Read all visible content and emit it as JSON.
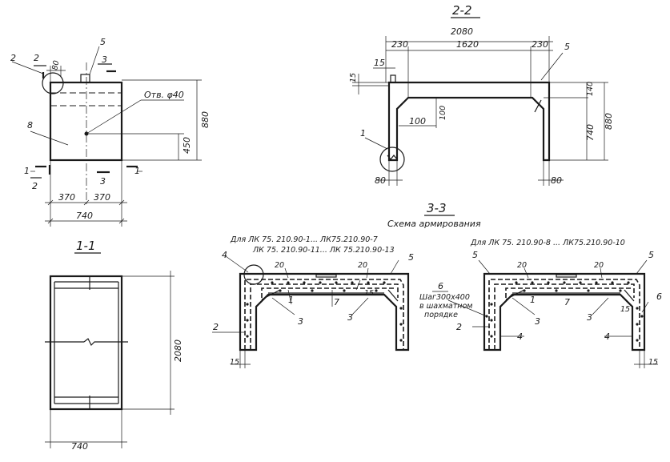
{
  "sections": {
    "s22": "2-2",
    "s11": "1-1",
    "s33": "3-3",
    "scheme": "Схема армирования"
  },
  "front_view": {
    "cut_labels": [
      "1",
      "1",
      "2",
      "2",
      "3",
      "3"
    ],
    "dims": [
      "80",
      "370",
      "370",
      "740",
      "880",
      "450"
    ],
    "hole": "Отв. φ40",
    "callouts": [
      "2",
      "5",
      "8"
    ]
  },
  "view_22": {
    "dims": [
      "2080",
      "230",
      "1620",
      "230",
      "15",
      "15",
      "100",
      "100",
      "140",
      "740",
      "880",
      "80",
      "80"
    ],
    "callouts": [
      "5",
      "1"
    ]
  },
  "view_11": {
    "dims": [
      "2080",
      "740"
    ]
  },
  "view_33": {
    "left_caption_1": "Для ЛК 75. 210.90-1... ЛК75.210.90-7",
    "left_caption_2": "ЛК 75. 210.90-11... ЛК 75.210.90-13",
    "right_caption": "Для ЛК 75. 210.90-8 ... ЛК75.210.90-10",
    "note_callout": "6",
    "note_line_1": "Шаг300х400",
    "note_line_2": "в шахматном",
    "note_line_3": "порядке",
    "left_labels": [
      "4",
      "20",
      "20",
      "5",
      "15",
      "1",
      "7",
      "3",
      "3",
      "2",
      "15"
    ],
    "right_labels": [
      "5",
      "20",
      "20",
      "5",
      "3",
      "1",
      "7",
      "3",
      "15",
      "6",
      "2",
      "4",
      "4",
      "15"
    ]
  }
}
